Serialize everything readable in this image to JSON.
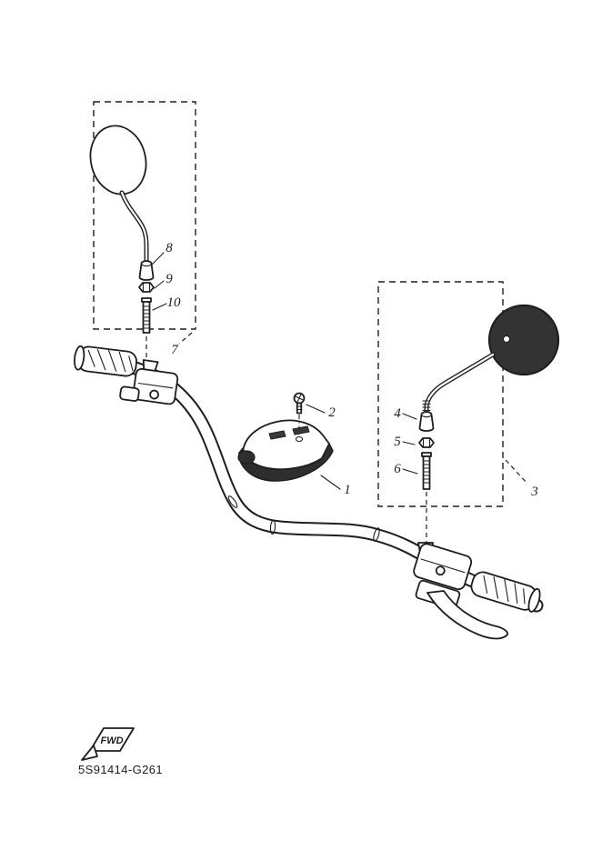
{
  "colors": {
    "ink": "#1e1e1e",
    "paper": "#ffffff",
    "mirror_face": "#333333",
    "cover_shade": "#2e2e2e"
  },
  "labels": {
    "p1": "1",
    "p2": "2",
    "p3": "3",
    "p4": "4",
    "p5": "5",
    "p6": "6",
    "p7": "7",
    "p8": "8",
    "p9": "9",
    "p10": "10"
  },
  "fwd_marker": {
    "text": "FWD"
  },
  "footer": {
    "code": "5S91414-G261"
  }
}
